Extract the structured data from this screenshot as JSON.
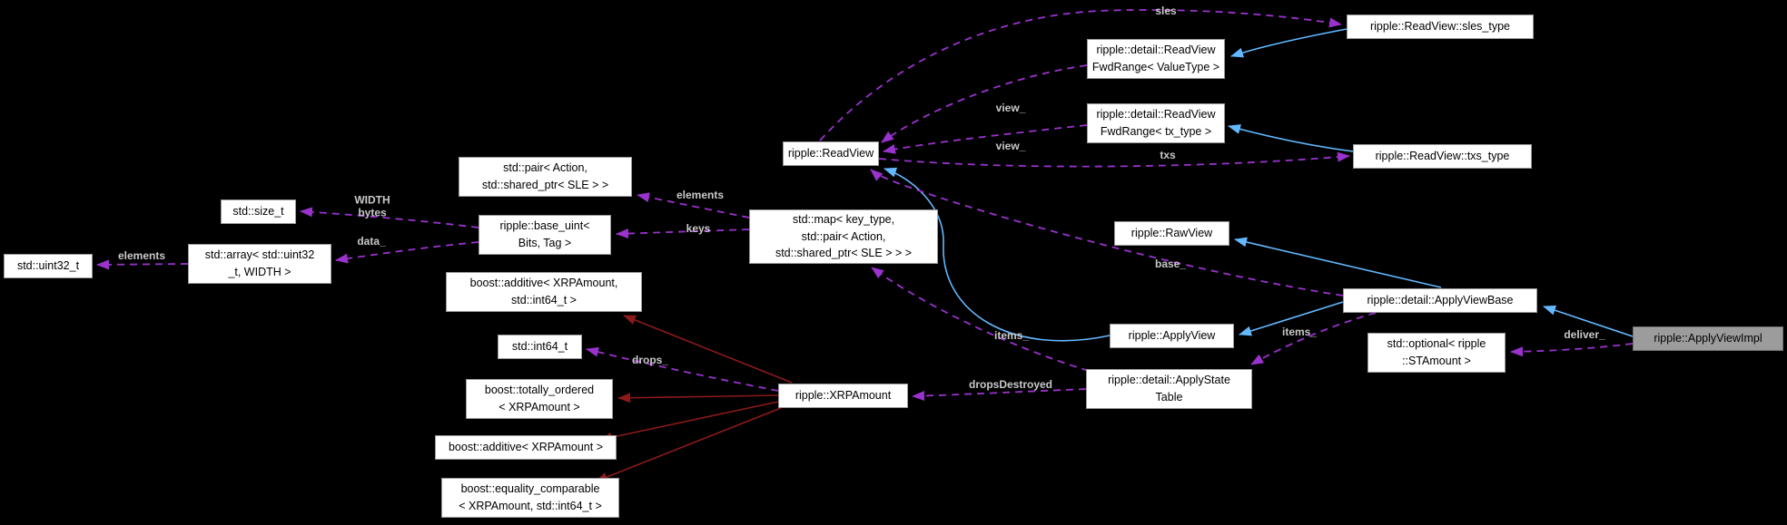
{
  "diagram": {
    "type": "doxygen-collaboration-graph",
    "background": "#000000",
    "colors": {
      "node_fill": "#ffffff",
      "node_border": "#9a9a9a",
      "focus_node_fill": "#9c9c9c",
      "inheritance_edge": "#63b8ff",
      "usage_edge": "#9a32cd",
      "other_inheritance_edge": "#8b1a1a",
      "edge_label": "#c9c9c9"
    },
    "nodes": [
      {
        "id": "uint32_t",
        "label": "std::uint32_t"
      },
      {
        "id": "array",
        "label": "std::array< std::uint32\n_t, WIDTH >"
      },
      {
        "id": "size_t",
        "label": "std::size_t"
      },
      {
        "id": "pair",
        "label": "std::pair< Action,\nstd::shared_ptr< SLE > >"
      },
      {
        "id": "base_uint",
        "label": "ripple::base_uint<\nBits, Tag >"
      },
      {
        "id": "additive_int64",
        "label": "boost::additive< XRPAmount,\nstd::int64_t >"
      },
      {
        "id": "int64_t",
        "label": "std::int64_t"
      },
      {
        "id": "totally_ordered",
        "label": "boost::totally_ordered\n< XRPAmount >"
      },
      {
        "id": "additive_xrp",
        "label": "boost::additive< XRPAmount >"
      },
      {
        "id": "equality_comparable",
        "label": "boost::equality_comparable\n< XRPAmount, std::int64_t >"
      },
      {
        "id": "xrpamount",
        "label": "ripple::XRPAmount"
      },
      {
        "id": "readview",
        "label": "ripple::ReadView"
      },
      {
        "id": "map",
        "label": "std::map< key_type,\nstd::pair< Action,\nstd::shared_ptr< SLE > > >"
      },
      {
        "id": "fwdrange_valuetype",
        "label": "ripple::detail::ReadView\nFwdRange< ValueType >"
      },
      {
        "id": "fwdrange_txtype",
        "label": "ripple::detail::ReadView\nFwdRange< tx_type >"
      },
      {
        "id": "rawview",
        "label": "ripple::RawView"
      },
      {
        "id": "applyview",
        "label": "ripple::ApplyView"
      },
      {
        "id": "applystatetable",
        "label": "ripple::detail::ApplyState\nTable"
      },
      {
        "id": "sles_type",
        "label": "ripple::ReadView::sles_type"
      },
      {
        "id": "txs_type",
        "label": "ripple::ReadView::txs_type"
      },
      {
        "id": "applyviewbase",
        "label": "ripple::detail::ApplyViewBase"
      },
      {
        "id": "optional_stamount",
        "label": "std::optional< ripple\n::STAmount >"
      },
      {
        "id": "applyviewimpl",
        "label": "ripple::ApplyViewImpl"
      }
    ],
    "edge_labels": [
      "sles",
      "view_",
      "view_",
      "txs",
      "elements",
      "keys",
      "WIDTH\nbytes",
      "data_",
      "elements",
      "drops_",
      "dropsDestroyed",
      "items_",
      "items_",
      "base_",
      "deliver_"
    ]
  }
}
